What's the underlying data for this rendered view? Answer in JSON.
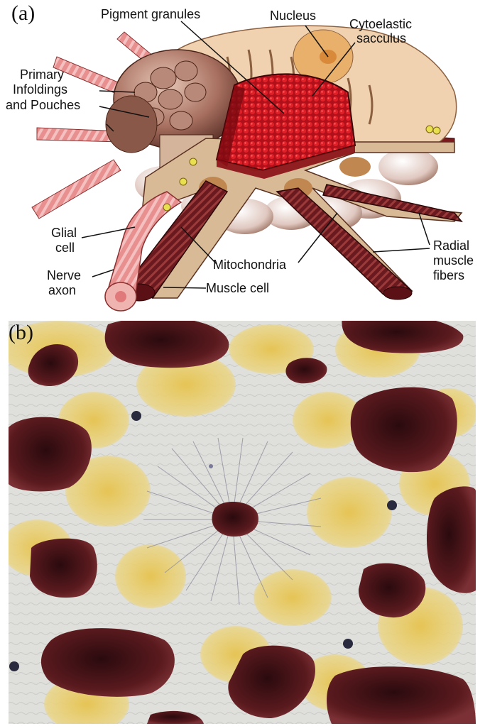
{
  "panel_a": {
    "letter": "(a)",
    "labels": {
      "pigment_granules": "Pigment granules",
      "nucleus": "Nucleus",
      "cytoelastic_line1": "Cytoelastic",
      "cytoelastic_line2": "sacculus",
      "primary_line1": "Primary",
      "primary_line2": "Infoldings",
      "primary_line3": "and Pouches",
      "glial_line1": "Glial",
      "glial_line2": "cell",
      "nerve_line1": "Nerve",
      "nerve_line2": "axon",
      "mitochondria": "Mitochondria",
      "muscle_cell": "Muscle cell",
      "radial_line1": "Radial",
      "radial_line2": "muscle",
      "radial_line3": "fibers"
    }
  },
  "panel_b": {
    "letter": "(b)"
  },
  "colors": {
    "pigment_red": "#c8141c",
    "muscle_dark": "#7a1a1e",
    "cytoplasm_tan": "#e2c9a4",
    "nerve_pink": "#e8a0a0",
    "xanthophore_yellow": "#e8c85a",
    "melanophore_maroon": "#5a1a1e",
    "background_gray": "#dcdcd8"
  }
}
